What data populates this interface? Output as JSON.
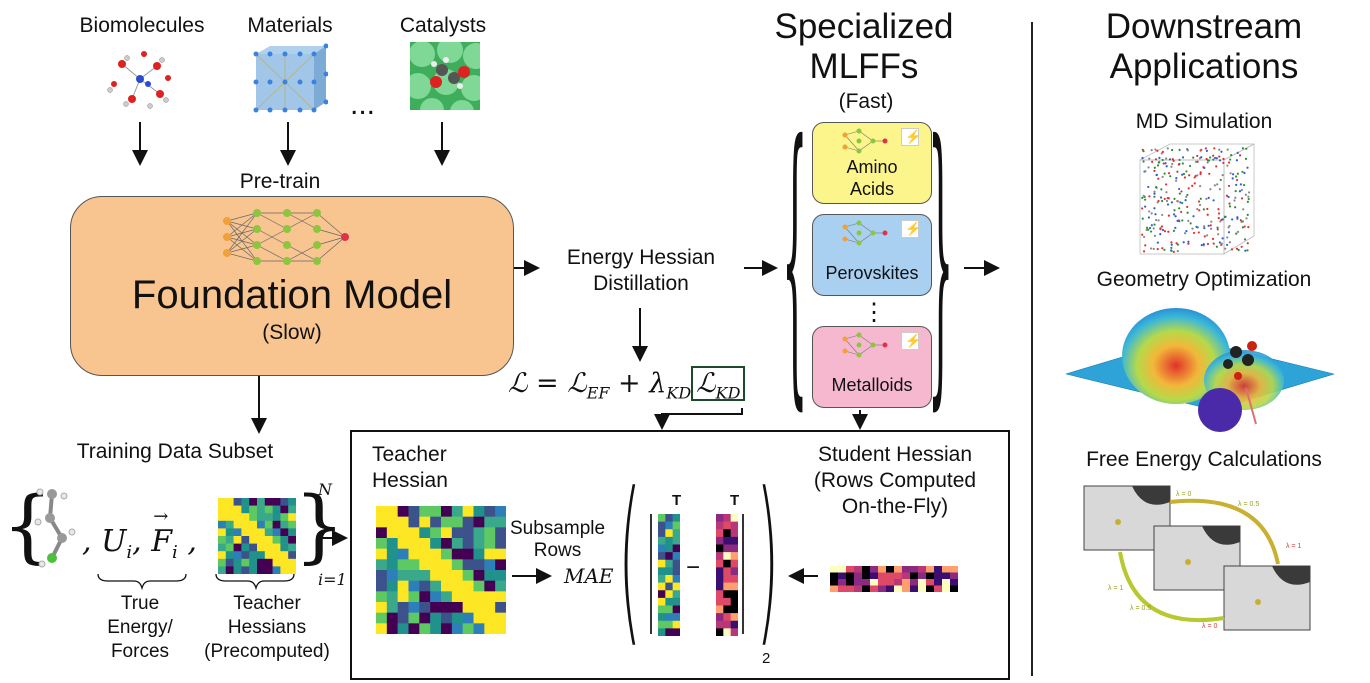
{
  "inputs": {
    "biomolecules": "Biomolecules",
    "materials": "Materials",
    "ellipsis": "...",
    "catalysts": "Catalysts"
  },
  "pretrain": "Pre-train",
  "foundation": {
    "title": "Foundation Model",
    "subtitle": "(Slow)",
    "color": "#f8c48f"
  },
  "distillation": {
    "line1": "Energy Hessian",
    "line2": "Distillation"
  },
  "loss": {
    "formula": "ℒ = ℒ",
    "ef": "EF",
    "plus": " + λ",
    "kd": "KD",
    "boxed": "ℒ",
    "boxed_sub": "KD"
  },
  "specialized": {
    "title1": "Specialized",
    "title2": "MLFFs",
    "speed": "(Fast)"
  },
  "mlffs": [
    {
      "label1": "Amino",
      "label2": "Acids",
      "color": "#fbf58c"
    },
    {
      "label1": "Perovskites",
      "label2": "",
      "color": "#a9cff1"
    },
    {
      "label1": "Metalloids",
      "label2": "",
      "color": "#f6b8cf"
    }
  ],
  "mlff_dots": "⋮",
  "downstream": {
    "title1": "Downstream",
    "title2": "Applications",
    "md": "MD Simulation",
    "geo": "Geometry Optimization",
    "fe": "Free Energy Calculations",
    "lambda_labels": [
      "λ = 0",
      "λ = 0.5",
      "λ = 1",
      "λ = 1",
      "λ = 0.5",
      "λ = 0"
    ]
  },
  "training": {
    "title": "Training Data Subset",
    "U": "U",
    "F": "F",
    "i": "i",
    "sup": "N",
    "sub": "i=1",
    "true_label": [
      "True",
      "Energy/",
      "Forces"
    ],
    "teacher_label": [
      "Teacher",
      "Hessians",
      "(Precomputed)"
    ]
  },
  "bottom": {
    "teacher_title": [
      "Teacher",
      "Hessian"
    ],
    "subsample": [
      "Subsample",
      "Rows"
    ],
    "mae": "MAE",
    "t1": "T",
    "t2": "T",
    "minus": "−",
    "norm_sub": "2",
    "student_title": [
      "Student Hessian",
      "(Rows Computed",
      "On-the-Fly)"
    ]
  }
}
